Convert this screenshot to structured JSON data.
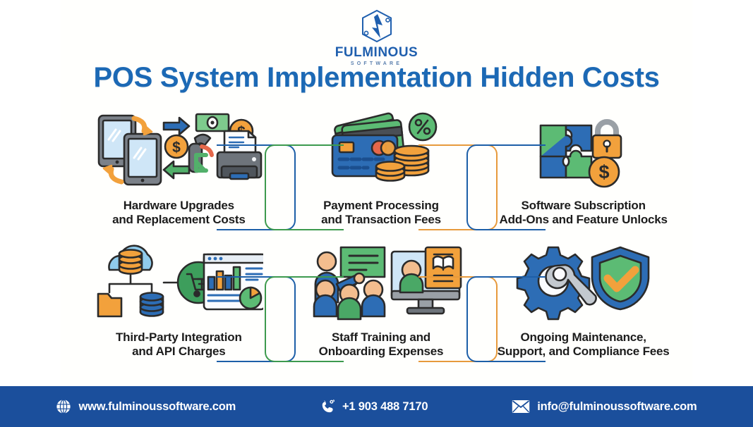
{
  "brand": {
    "logo_icon": "fulminous-crystal-logo-icon",
    "wordmark": "FULMINOUS",
    "tagline": "SOFTWARE",
    "primary_color": "#1c69b5",
    "footer_color": "#1b4f9c"
  },
  "header": {
    "title": "POS System Implementation Hidden Costs"
  },
  "cards": [
    {
      "id": "hardware-upgrades",
      "line1": "Hardware Upgrades",
      "line2": "and Replacement Costs",
      "icon": "tablets-barcode-scanner-receipt-printer-icon",
      "bracket_side": "right",
      "bracket_color": "#1d5fa8"
    },
    {
      "id": "payment-processing",
      "line1": "Payment Processing",
      "line2": "and Transaction Fees",
      "icon": "credit-cards-coins-percent-icon",
      "bracket_side": "both",
      "bracket_color_left": "#3d9a4e",
      "bracket_color_right": "#e79a3c"
    },
    {
      "id": "software-subscription",
      "line1": "Software Subscription",
      "line2": "Add-Ons and Feature Unlocks",
      "icon": "puzzle-lock-dollar-coin-icon",
      "bracket_side": "left",
      "bracket_color": "#1d5fa8"
    },
    {
      "id": "third-party-integration",
      "line1": "Third-Party Integration",
      "line2": "and API Charges",
      "icon": "cloud-database-cart-dashboard-icon",
      "bracket_side": "right",
      "bracket_color": "#1d5fa8"
    },
    {
      "id": "staff-training",
      "line1": "Staff Training and",
      "line2": "Onboarding Expenses",
      "icon": "trainer-audience-monitor-book-icon",
      "bracket_side": "both",
      "bracket_color_left": "#3d9a4e",
      "bracket_color_right": "#e79a3c"
    },
    {
      "id": "ongoing-maintenance",
      "line1": "Ongoing Maintenance,",
      "line2": "Support, and Compliance Fees",
      "icon": "gear-wrench-shield-check-icon",
      "bracket_side": "left",
      "bracket_color": "#1d5fa8"
    }
  ],
  "footer": {
    "website": {
      "icon": "globe-icon",
      "text": "www.fulminoussoftware.com"
    },
    "phone": {
      "icon": "phone-icon",
      "text": "+1 903 488 7170"
    },
    "email": {
      "icon": "envelope-icon",
      "text": "info@fulminoussoftware.com"
    }
  }
}
